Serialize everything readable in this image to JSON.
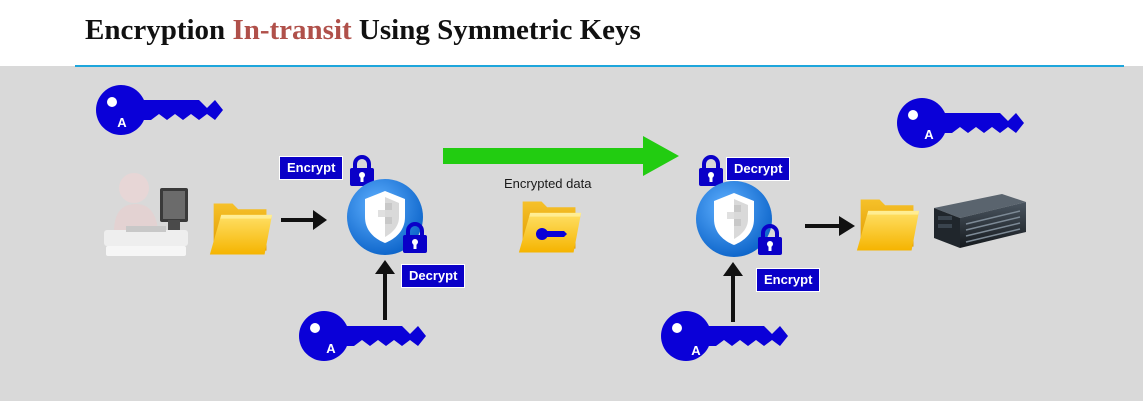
{
  "title": {
    "part1": "Encryption ",
    "accent": "In-transit",
    "part2": " Using Symmetric Keys"
  },
  "labels": {
    "encrypt_sender": "Encrypt",
    "decrypt_sender": "Decrypt",
    "encrypted_data": "Encrypted data",
    "decrypt_receiver": "Decrypt",
    "encrypt_receiver": "Encrypt"
  },
  "key_letter": "A",
  "colors": {
    "key": "#0a00d8",
    "accent": "#b0504a",
    "rule": "#1ea6dc",
    "flow_arrow": "#22cc11",
    "label_bg": "#0a00c8"
  }
}
